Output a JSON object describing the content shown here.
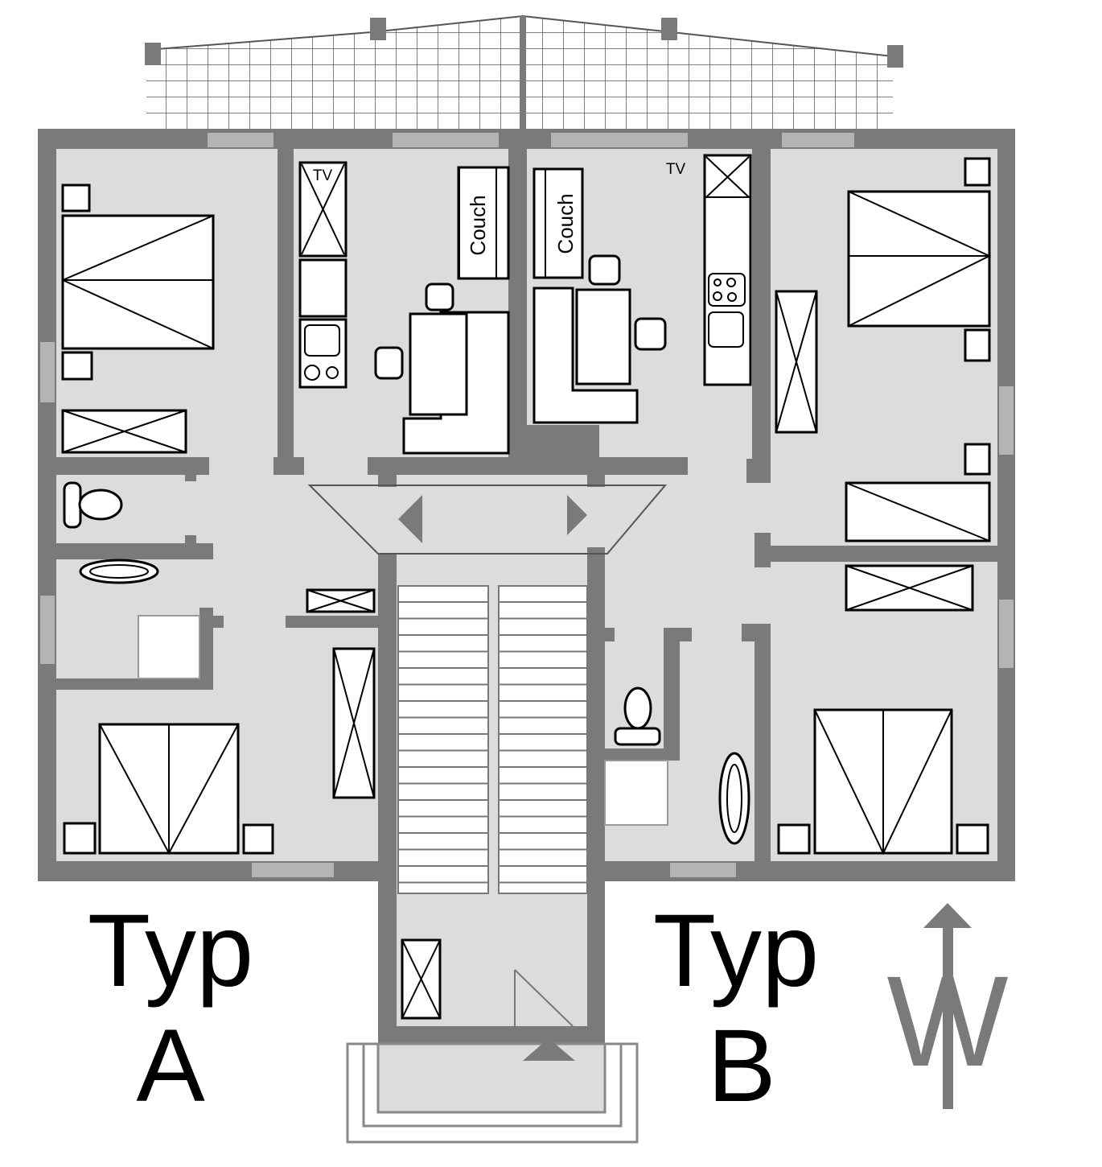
{
  "plan": {
    "unit_a": {
      "label_line1": "Typ",
      "label_line2": "A"
    },
    "unit_b": {
      "label_line1": "Typ",
      "label_line2": "B"
    },
    "kitchen_a": {
      "tv_label": "TV",
      "couch_label": "Couch"
    },
    "kitchen_b": {
      "tv_label": "TV",
      "couch_label": "Couch"
    },
    "compass": {
      "letter": "W"
    }
  },
  "colors": {
    "wall": "#7a7a7a",
    "floor": "#dcdcdc",
    "window": "#b4b4b4"
  }
}
